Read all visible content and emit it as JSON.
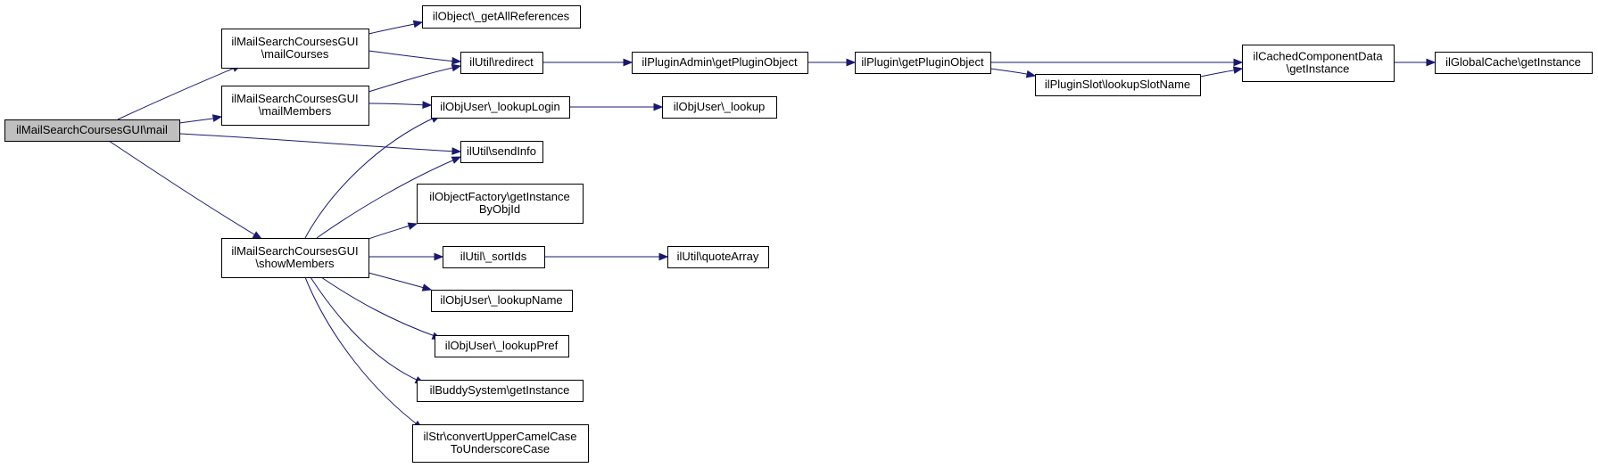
{
  "colors": {
    "edge": "#191970",
    "node_border": "#000000",
    "node_fill": "#ffffff",
    "root_fill": "#bfbfbf"
  },
  "nodes": [
    {
      "id": "mail",
      "lines": [
        "ilMailSearchCoursesGUI\\mail"
      ],
      "root": true
    },
    {
      "id": "mailCourses",
      "lines": [
        "ilMailSearchCoursesGUI",
        "\\mailCourses"
      ]
    },
    {
      "id": "mailMembers",
      "lines": [
        "ilMailSearchCoursesGUI",
        "\\mailMembers"
      ]
    },
    {
      "id": "showMembers",
      "lines": [
        "ilMailSearchCoursesGUI",
        "\\showMembers"
      ]
    },
    {
      "id": "getAllReferences",
      "lines": [
        "ilObject\\_getAllReferences"
      ]
    },
    {
      "id": "redirect",
      "lines": [
        "ilUtil\\redirect"
      ]
    },
    {
      "id": "lookupLogin",
      "lines": [
        "ilObjUser\\_lookupLogin"
      ]
    },
    {
      "id": "sendInfo",
      "lines": [
        "ilUtil\\sendInfo"
      ]
    },
    {
      "id": "getInstanceByObjId",
      "lines": [
        "ilObjectFactory\\getInstance",
        "ByObjId"
      ]
    },
    {
      "id": "sortIds",
      "lines": [
        "ilUtil\\_sortIds"
      ]
    },
    {
      "id": "lookupName",
      "lines": [
        "ilObjUser\\_lookupName"
      ]
    },
    {
      "id": "lookupPref",
      "lines": [
        "ilObjUser\\_lookupPref"
      ]
    },
    {
      "id": "buddyGetInstance",
      "lines": [
        "ilBuddySystem\\getInstance"
      ]
    },
    {
      "id": "convertCase",
      "lines": [
        "ilStr\\convertUpperCamelCase",
        "ToUnderscoreCase"
      ]
    },
    {
      "id": "pluginAdminGetObj",
      "lines": [
        "ilPluginAdmin\\getPluginObject"
      ]
    },
    {
      "id": "lookup",
      "lines": [
        "ilObjUser\\_lookup"
      ]
    },
    {
      "id": "quoteArray",
      "lines": [
        "ilUtil\\quoteArray"
      ]
    },
    {
      "id": "pluginGetObj",
      "lines": [
        "ilPlugin\\getPluginObject"
      ]
    },
    {
      "id": "lookupSlotName",
      "lines": [
        "ilPluginSlot\\lookupSlotName"
      ]
    },
    {
      "id": "cachedGetInstance",
      "lines": [
        "ilCachedComponentData",
        "\\getInstance"
      ]
    },
    {
      "id": "globalCacheGetInstance",
      "lines": [
        "ilGlobalCache\\getInstance"
      ]
    }
  ]
}
